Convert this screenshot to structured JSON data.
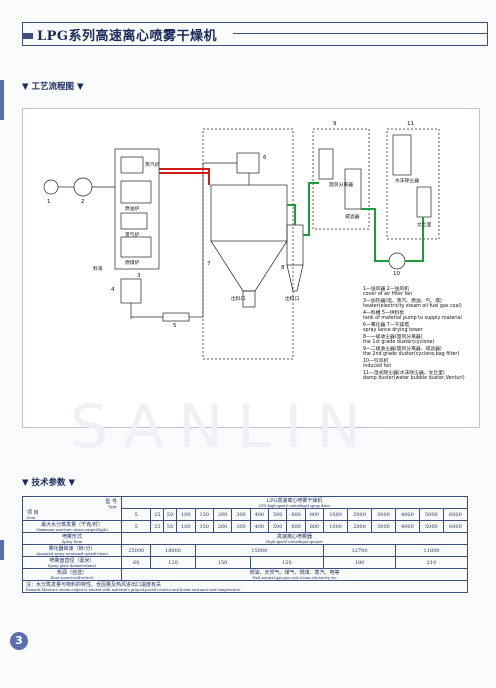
{
  "title": "LPG系列高速离心喷雾干燥机",
  "section1": "工艺流程图",
  "section2": "技术参数",
  "watermark": "SANLIN",
  "page_number": "3",
  "diagram": {
    "labels": {
      "heater_elec": "蒸汽炉",
      "heater_steam": "燃油炉",
      "steam": "蒸气炉",
      "coal": "燃煤炉",
      "feed": "料液",
      "outlet1": "出料口",
      "outlet2": "出料口",
      "cyclone": "旋风分离器",
      "bag": "袋滤器",
      "scrubber": "水沫除尘器",
      "venturi": "文丘里"
    },
    "numbers": [
      "1",
      "2",
      "3",
      "4",
      "5",
      "6",
      "7",
      "8",
      "9",
      "10",
      "11"
    ],
    "legend": [
      "1—送风器        2—送风机",
      "cover of air filter      fan",
      "3—加热器(电、蒸汽、燃油、气、煤)",
      "heater(electricity  steam  oil  fuel  gas  coal)",
      "4—料槽          5—供料泵",
      "tank of material     pump to supply material",
      "6—雾化器        7—干燥塔",
      "spray lance      drying tower",
      "8—一级收尘器(旋风分离器)",
      "the 1st grade duster(cyclone)",
      "9—二级收尘器(旋风分离器、袋滤器)",
      "the 2nd grade duster(cyclone,bag filter)",
      "10—引风机",
      "induced fan",
      "11—湿式除尘器(水沫除尘器、文丘里)",
      "damp duster(water bubble duster,Venturi)"
    ]
  },
  "table": {
    "item_cn": "项 目",
    "item_en": "Item",
    "type_cn": "型 号",
    "type_en": "Type",
    "header_cn": "LPG高速离心喷雾干燥机",
    "header_en": "LPG high-speed centrifugal spray drier",
    "models": [
      "5",
      "25",
      "50",
      "100",
      "150",
      "200",
      "300",
      "400",
      "500",
      "600",
      "800",
      "1000",
      "2000",
      "3000",
      "4000",
      "5000",
      "6000"
    ],
    "row1_cn": "最大水分蒸发量（千克/时）",
    "row1_en": "Maximum moisture steam output(kg/h)",
    "row1_vals": [
      "5",
      "25",
      "50",
      "100",
      "150",
      "200",
      "300",
      "400",
      "500",
      "600",
      "800",
      "1000",
      "2000",
      "3000",
      "4000",
      "5000",
      "6000"
    ],
    "row2_cn": "喷雾形式",
    "row2_en": "Spray form",
    "row2_val_cn": "高速离心喷雾器",
    "row2_val_en": "High speed centrifugal sprayer",
    "row3_cn": "雾化器转速（转/分）",
    "row3_en": "Atomized spray rotational speed(r/min)",
    "row3_vals": [
      "25000",
      "18000",
      "15000",
      "12700",
      "11800"
    ],
    "row4_cn": "喷雾盘直径（毫米）",
    "row4_en": "Spray plate diameter(mm)",
    "row4_vals": [
      "60",
      "120",
      "150",
      "150",
      "180",
      "210"
    ],
    "row5_cn": "热源（自选）",
    "row5_en": "Heat source(self-select)",
    "row5_val_cn": "燃油、天然气、煤气、燃煤、蒸汽、电等",
    "row5_val_en": "Fuel,natural gas,gas,coal,steam,electricity etc",
    "remark_cn": "注：水分蒸发量与物料的特性、含固量及热风进出口温度有关",
    "remark_en": "Remark:Moisture steam output is related with material's property,solid content and hotair entrance-exit temperature."
  }
}
